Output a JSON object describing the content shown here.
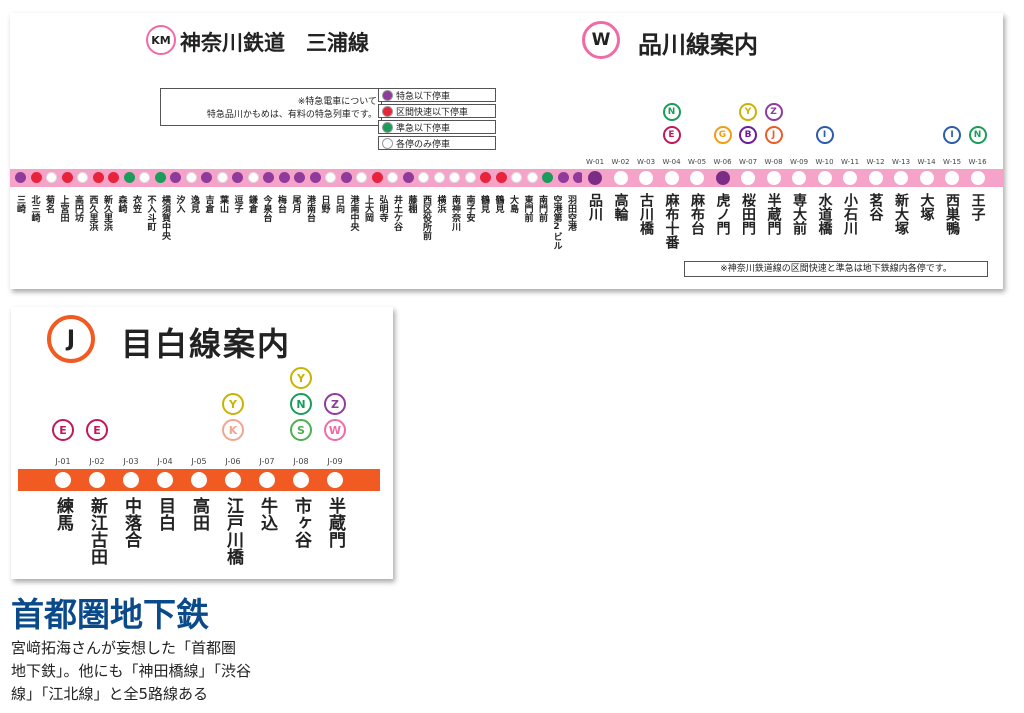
{
  "km": {
    "badge": "KM",
    "title": "神奈川鉄道　三浦線",
    "note_lines": [
      "※特急電車について",
      "特急品川かもめは、有料の特急列車です。"
    ],
    "legend": [
      {
        "label": "特急以下停車",
        "color": "#8e3b9c"
      },
      {
        "label": "区間快速以下停車",
        "color": "#e8243c"
      },
      {
        "label": "準急以下停車",
        "color": "#1a9c5a"
      },
      {
        "label": "各停のみ停車",
        "color": "#ffffff"
      }
    ],
    "dots": [
      "purple",
      "red",
      "white",
      "red",
      "white",
      "red",
      "red",
      "green",
      "white",
      "green",
      "purple",
      "white",
      "purple",
      "white",
      "purple",
      "white",
      "purple",
      "purple",
      "purple",
      "purple",
      "white",
      "purple",
      "white",
      "red",
      "white",
      "purple",
      "white",
      "white",
      "white",
      "white",
      "red",
      "red",
      "white",
      "white",
      "green",
      "purple",
      "purple"
    ],
    "stations": [
      "三崎",
      "北三崎",
      "菊名",
      "上宮田",
      "高円坊",
      "西久里浜",
      "新久里浜",
      "森崎",
      "衣笠",
      "不入斗町",
      "横須賀中央",
      "汐入",
      "逸見",
      "吉倉",
      "葉山",
      "逗子",
      "鎌倉",
      "今泉台",
      "梅台",
      "尾月",
      "港南台",
      "日野",
      "日向",
      "港南中央",
      "上大岡",
      "弘明寺",
      "井土ケ谷",
      "藤棚",
      "西区役所前",
      "横浜",
      "南神奈川",
      "南子安",
      "鶴見",
      "鶴見",
      "大島",
      "東門前",
      "南門前",
      "空港第2ビル",
      "羽田空港"
    ]
  },
  "w": {
    "badge": "W",
    "title": "品川線案内",
    "footnote": "※神奈川鉄道線の区間快速と準急は地下鉄線内各停です。",
    "line_color": "#f6a3c9",
    "stations": [
      {
        "code": "W-01",
        "name": "品川",
        "dot": "#7b2c85",
        "transfers": []
      },
      {
        "code": "W-02",
        "name": "高輪",
        "dot": "#ffffff",
        "transfers": []
      },
      {
        "code": "W-03",
        "name": "古川橋",
        "dot": "#ffffff",
        "transfers": []
      },
      {
        "code": "W-04",
        "name": "麻布十番",
        "dot": "#ffffff",
        "transfers": [
          {
            "letter": "N",
            "color": "#1a9c5a"
          },
          {
            "letter": "E",
            "color": "#c2185b"
          }
        ]
      },
      {
        "code": "W-05",
        "name": "麻布台",
        "dot": "#ffffff",
        "transfers": []
      },
      {
        "code": "W-06",
        "name": "虎ノ門",
        "dot": "#7b2c85",
        "transfers": [
          {
            "letter": "G",
            "color": "#f39c12"
          }
        ]
      },
      {
        "code": "W-07",
        "name": "桜田門",
        "dot": "#ffffff",
        "transfers": [
          {
            "letter": "Y",
            "color": "#c8b400"
          },
          {
            "letter": "B",
            "color": "#6a1b9a"
          }
        ]
      },
      {
        "code": "W-08",
        "name": "半蔵門",
        "dot": "#ffffff",
        "transfers": [
          {
            "letter": "Z",
            "color": "#8e3b9c"
          },
          {
            "letter": "J",
            "color": "#f15a22"
          }
        ]
      },
      {
        "code": "W-09",
        "name": "専大前",
        "dot": "#ffffff",
        "transfers": []
      },
      {
        "code": "W-10",
        "name": "水道橋",
        "dot": "#ffffff",
        "transfers": [
          {
            "letter": "I",
            "color": "#2a5caa"
          }
        ]
      },
      {
        "code": "W-11",
        "name": "小石川",
        "dot": "#ffffff",
        "transfers": []
      },
      {
        "code": "W-12",
        "name": "茗谷",
        "dot": "#ffffff",
        "transfers": []
      },
      {
        "code": "W-13",
        "name": "新大塚",
        "dot": "#ffffff",
        "transfers": []
      },
      {
        "code": "W-14",
        "name": "大塚",
        "dot": "#ffffff",
        "transfers": []
      },
      {
        "code": "W-15",
        "name": "西巣鴨",
        "dot": "#ffffff",
        "transfers": [
          {
            "letter": "I",
            "color": "#2a5caa"
          }
        ]
      },
      {
        "code": "W-16",
        "name": "王子",
        "dot": "#ffffff",
        "transfers": [
          {
            "letter": "N",
            "color": "#1a9c5a"
          }
        ]
      }
    ]
  },
  "j": {
    "badge": "J",
    "title": "目白線案内",
    "line_color": "#f15a22",
    "stations": [
      {
        "code": "J-01",
        "name": "練馬",
        "transfers": [
          {
            "letter": "E",
            "color": "#c2185b"
          }
        ]
      },
      {
        "code": "J-02",
        "name": "新江古田",
        "transfers": [
          {
            "letter": "E",
            "color": "#c2185b"
          }
        ]
      },
      {
        "code": "J-03",
        "name": "中落合",
        "transfers": []
      },
      {
        "code": "J-04",
        "name": "目白",
        "transfers": []
      },
      {
        "code": "J-05",
        "name": "高田",
        "transfers": []
      },
      {
        "code": "J-06",
        "name": "江戸川橋",
        "transfers": [
          {
            "letter": "Y",
            "color": "#c8b400"
          },
          {
            "letter": "K",
            "color": "#f2a58e"
          }
        ]
      },
      {
        "code": "J-07",
        "name": "牛込",
        "transfers": []
      },
      {
        "code": "J-08",
        "name": "市ヶ谷",
        "transfers": [
          {
            "letter": "Y",
            "color": "#c8b400"
          },
          {
            "letter": "N",
            "color": "#1a9c5a"
          },
          {
            "letter": "S",
            "color": "#4caf50"
          }
        ]
      },
      {
        "code": "J-09",
        "name": "半蔵門",
        "transfers": [
          {
            "letter": "Z",
            "color": "#8e3b9c"
          },
          {
            "letter": "W",
            "color": "#f06aa8"
          }
        ]
      }
    ]
  },
  "caption": {
    "heading": "首都圏地下鉄",
    "lines": [
      "宮﨑拓海さんが妄想した「首都圏",
      "地下鉄」。他にも「神田橋線」「渋谷",
      "線」「江北線」と全5路線ある"
    ]
  },
  "colors": {
    "purple": "#8e3b9c",
    "red": "#e8243c",
    "green": "#1a9c5a",
    "white": "#ffffff",
    "heading": "#0a4a8a"
  }
}
